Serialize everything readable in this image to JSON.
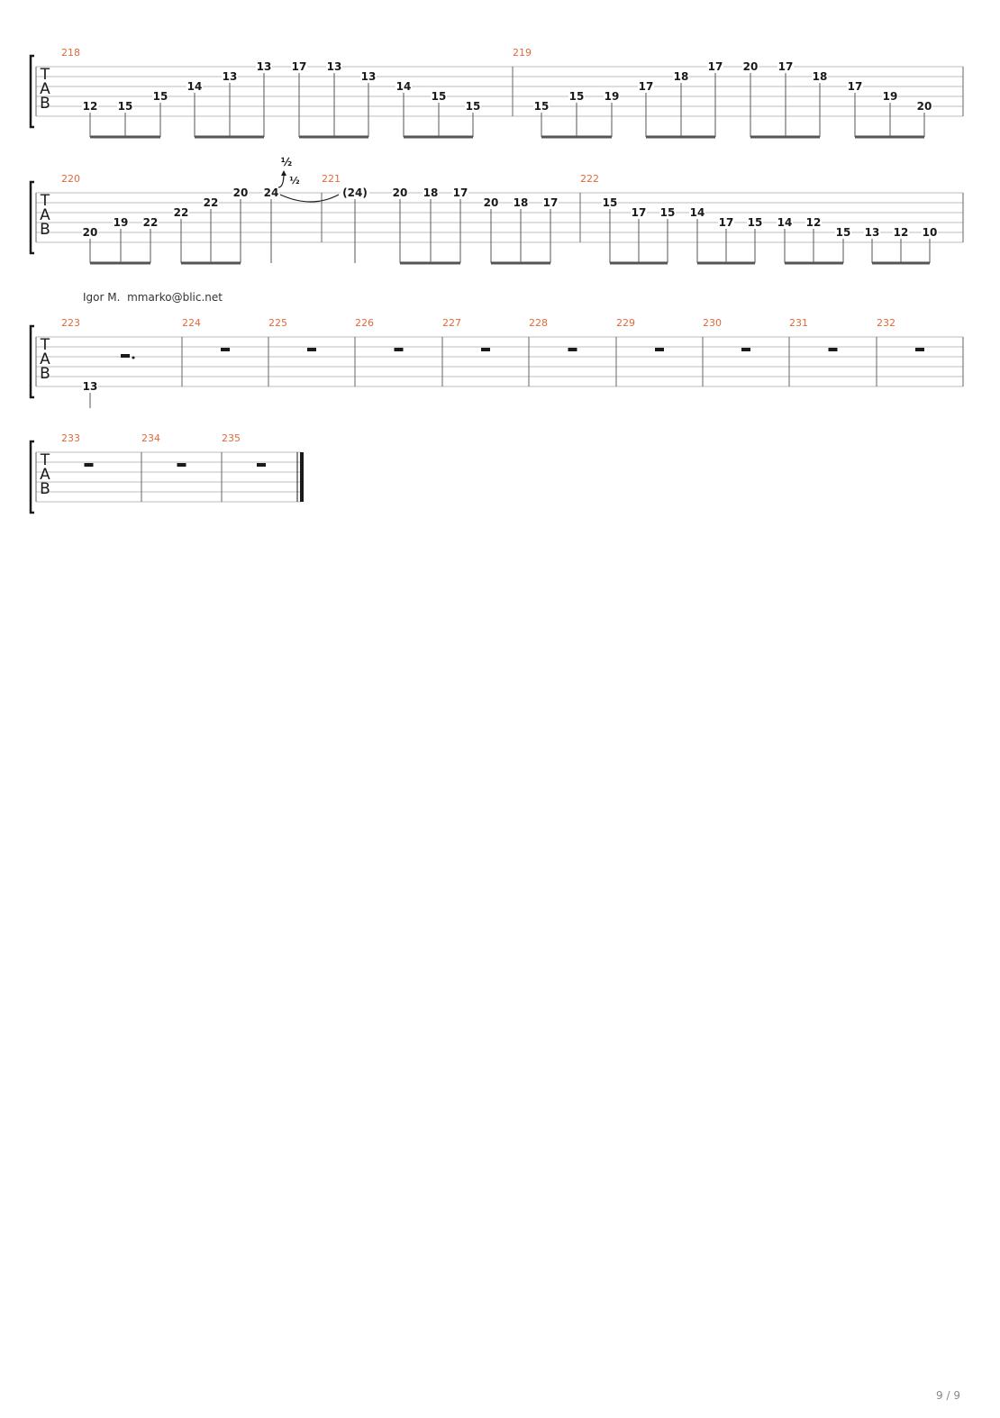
{
  "colors": {
    "measure_number": "#e06a3c",
    "ink": "#1a1a1a",
    "line": "#999999"
  },
  "credit": {
    "author": "Igor M.",
    "email": "mmarko@blic.net"
  },
  "page_number": "9 / 9",
  "clef_letters": [
    "T",
    "A",
    "B"
  ],
  "bend": {
    "amount": "½",
    "release": "½",
    "held_note": "(24)"
  },
  "systems": [
    {
      "measures": [
        {
          "number": "218",
          "notes": [
            {
              "f": "12",
              "s": 4
            },
            {
              "f": "15",
              "s": 4
            },
            {
              "f": "15",
              "s": 3
            },
            {
              "f": "14",
              "s": 2
            },
            {
              "f": "13",
              "s": 1
            },
            {
              "f": "13",
              "s": 0
            },
            {
              "f": "17",
              "s": 0
            },
            {
              "f": "13",
              "s": 0
            },
            {
              "f": "13",
              "s": 1
            },
            {
              "f": "14",
              "s": 2
            },
            {
              "f": "15",
              "s": 3
            },
            {
              "f": "15",
              "s": 4
            }
          ]
        },
        {
          "number": "219",
          "notes": [
            {
              "f": "15",
              "s": 4
            },
            {
              "f": "15",
              "s": 3
            },
            {
              "f": "19",
              "s": 3
            },
            {
              "f": "17",
              "s": 2
            },
            {
              "f": "18",
              "s": 1
            },
            {
              "f": "17",
              "s": 0
            },
            {
              "f": "20",
              "s": 0
            },
            {
              "f": "17",
              "s": 0
            },
            {
              "f": "18",
              "s": 1
            },
            {
              "f": "17",
              "s": 2
            },
            {
              "f": "19",
              "s": 3
            },
            {
              "f": "20",
              "s": 4
            }
          ]
        }
      ]
    },
    {
      "measures": [
        {
          "number": "220",
          "notes": [
            {
              "f": "20",
              "s": 4
            },
            {
              "f": "19",
              "s": 3
            },
            {
              "f": "22",
              "s": 3
            },
            {
              "f": "22",
              "s": 2
            },
            {
              "f": "22",
              "s": 1
            },
            {
              "f": "20",
              "s": 0
            },
            {
              "f": "24",
              "s": 0
            }
          ]
        },
        {
          "number": "221",
          "notes": [
            {
              "f": "(24)",
              "s": 0
            },
            {
              "f": "20",
              "s": 0
            },
            {
              "f": "18",
              "s": 0
            },
            {
              "f": "17",
              "s": 0
            },
            {
              "f": "20",
              "s": 1
            },
            {
              "f": "18",
              "s": 1
            },
            {
              "f": "17",
              "s": 1
            }
          ]
        },
        {
          "number": "222",
          "notes": [
            {
              "f": "15",
              "s": 1
            },
            {
              "f": "17",
              "s": 2
            },
            {
              "f": "15",
              "s": 2
            },
            {
              "f": "14",
              "s": 2
            },
            {
              "f": "17",
              "s": 3
            },
            {
              "f": "15",
              "s": 3
            },
            {
              "f": "14",
              "s": 3
            },
            {
              "f": "12",
              "s": 3
            },
            {
              "f": "15",
              "s": 4
            },
            {
              "f": "13",
              "s": 4
            },
            {
              "f": "12",
              "s": 4
            },
            {
              "f": "10",
              "s": 4
            }
          ]
        }
      ]
    },
    {
      "measures": [
        {
          "number": "223",
          "notes": [
            {
              "f": "13",
              "s": 5
            }
          ],
          "rest": "dotted-half"
        },
        {
          "number": "224",
          "rest": "whole"
        },
        {
          "number": "225",
          "rest": "whole"
        },
        {
          "number": "226",
          "rest": "whole"
        },
        {
          "number": "227",
          "rest": "whole"
        },
        {
          "number": "228",
          "rest": "whole"
        },
        {
          "number": "229",
          "rest": "whole"
        },
        {
          "number": "230",
          "rest": "whole"
        },
        {
          "number": "231",
          "rest": "whole"
        },
        {
          "number": "232",
          "rest": "whole"
        }
      ]
    },
    {
      "measures": [
        {
          "number": "233",
          "rest": "whole"
        },
        {
          "number": "234",
          "rest": "whole"
        },
        {
          "number": "235",
          "rest": "whole",
          "final": true
        }
      ]
    }
  ]
}
